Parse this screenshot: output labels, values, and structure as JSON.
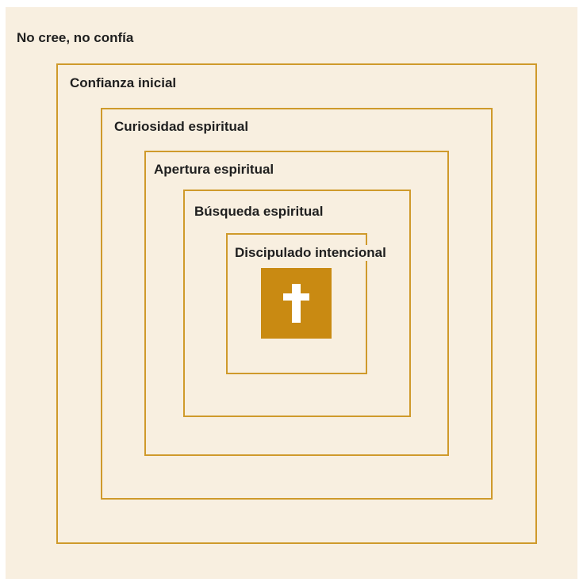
{
  "rings": [
    {
      "label": "No cree, no confía"
    },
    {
      "label": "Confianza inicial"
    },
    {
      "label": "Curiosidad espiritual"
    },
    {
      "label": "Apertura espiritual"
    },
    {
      "label": "Búsqueda espiritual"
    },
    {
      "label": "Discipulado intencional"
    }
  ],
  "colors": {
    "background": "#f8efe0",
    "frame": "#cf9a2b",
    "center_fill": "#c98a12",
    "cross": "#ffffff",
    "text": "#1f1f1f"
  },
  "center_icon": "cross-icon"
}
